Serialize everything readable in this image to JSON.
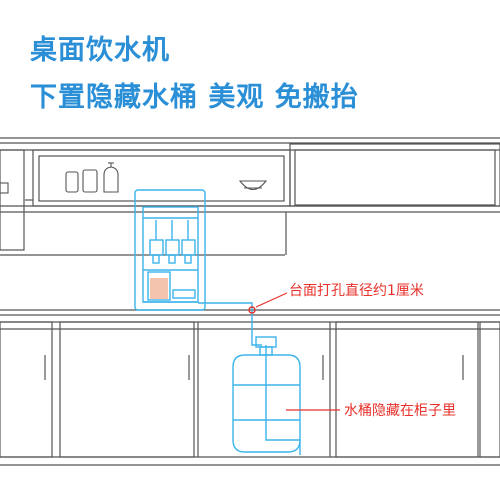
{
  "headline": {
    "title": "桌面饮水机",
    "subtitle": "下置隐藏水桶  美观  免搬抬"
  },
  "callouts": {
    "countertop_hole": "台面打孔直径约1厘米",
    "hidden_bucket": "水桶隐藏在柜子里"
  },
  "colors": {
    "headline": "#2a8fd6",
    "dispenser": "#3cb4ec",
    "callout": "#e8302a",
    "line": "#555555"
  }
}
